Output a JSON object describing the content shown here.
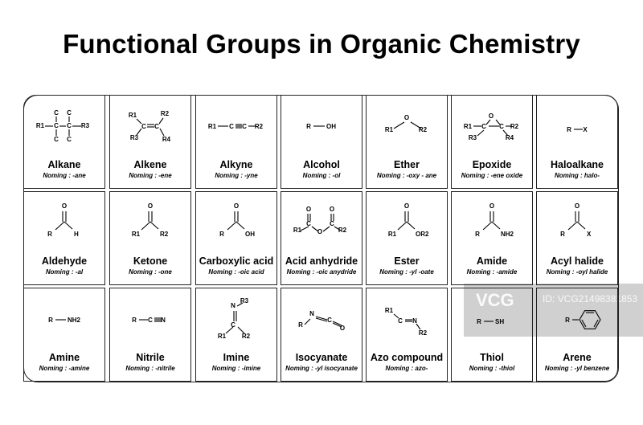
{
  "title": "Functional Groups in Organic Chemistry",
  "watermark": {
    "logo": "VCG",
    "id": "ID: VCG21498381853"
  },
  "groups": [
    {
      "name": "Alkane",
      "noming": "Noming : -ane",
      "atoms": [
        "C",
        "C",
        "R1",
        "C",
        "C",
        "R3",
        "C",
        "C"
      ]
    },
    {
      "name": "Alkene",
      "noming": "Noming : -ene",
      "atoms": [
        "R1",
        "R2",
        "C",
        "C",
        "R3",
        "R4"
      ]
    },
    {
      "name": "Alkyne",
      "noming": "Noming : -yne",
      "atoms": [
        "R1",
        "C",
        "C",
        "R2"
      ]
    },
    {
      "name": "Alcohol",
      "noming": "Noming : -ol",
      "atoms": [
        "R",
        "OH"
      ]
    },
    {
      "name": "Ether",
      "noming": "Noming : -oxy - ane",
      "atoms": [
        "R1",
        "O",
        "R2"
      ]
    },
    {
      "name": "Epoxide",
      "noming": "Noming : -ene oxide",
      "atoms": [
        "R1",
        "C",
        "C",
        "R2",
        "O",
        "R3",
        "R4"
      ]
    },
    {
      "name": "Haloalkane",
      "noming": "Noming : halo-",
      "atoms": [
        "R",
        "X"
      ]
    },
    {
      "name": "Aldehyde",
      "noming": "Noming : -al",
      "atoms": [
        "O",
        "R",
        "H"
      ]
    },
    {
      "name": "Ketone",
      "noming": "Noming : -one",
      "atoms": [
        "O",
        "R1",
        "R2"
      ]
    },
    {
      "name": "Carboxylic acid",
      "noming": "Noming : -oic acid",
      "atoms": [
        "O",
        "R",
        "OH"
      ]
    },
    {
      "name": "Acid anhydride",
      "noming": "Noming : -oic anydride",
      "atoms": [
        "O",
        "O",
        "R1",
        "O",
        "R2",
        "C",
        "C"
      ]
    },
    {
      "name": "Ester",
      "noming": "Noming : -yl -oate",
      "atoms": [
        "O",
        "R1",
        "OR2"
      ]
    },
    {
      "name": "Amide",
      "noming": "Noming : -amide",
      "atoms": [
        "O",
        "R",
        "NH2"
      ]
    },
    {
      "name": "Acyl halide",
      "noming": "Noming : -oyl halide",
      "atoms": [
        "O",
        "R",
        "X"
      ]
    },
    {
      "name": "Amine",
      "noming": "Noming : -amine",
      "atoms": [
        "R",
        "NH2"
      ]
    },
    {
      "name": "Nitrile",
      "noming": "Noming : -nitrile",
      "atoms": [
        "R",
        "C",
        "N"
      ]
    },
    {
      "name": "Imine",
      "noming": "Noming : -imine",
      "atoms": [
        "N",
        "R3",
        "C",
        "R1",
        "R2"
      ]
    },
    {
      "name": "Isocyanate",
      "noming": "Noming : -yl isocyanate",
      "atoms": [
        "R",
        "N",
        "C",
        "O"
      ]
    },
    {
      "name": "Azo compound",
      "noming": "Noming : azo-",
      "atoms": [
        "R1",
        "C",
        "N",
        "R2"
      ]
    },
    {
      "name": "Thiol",
      "noming": "Noming : -thiol",
      "atoms": [
        "R",
        "SH"
      ]
    },
    {
      "name": "Arene",
      "noming": "Noming : -yl benzene",
      "atoms": [
        "R"
      ]
    }
  ]
}
